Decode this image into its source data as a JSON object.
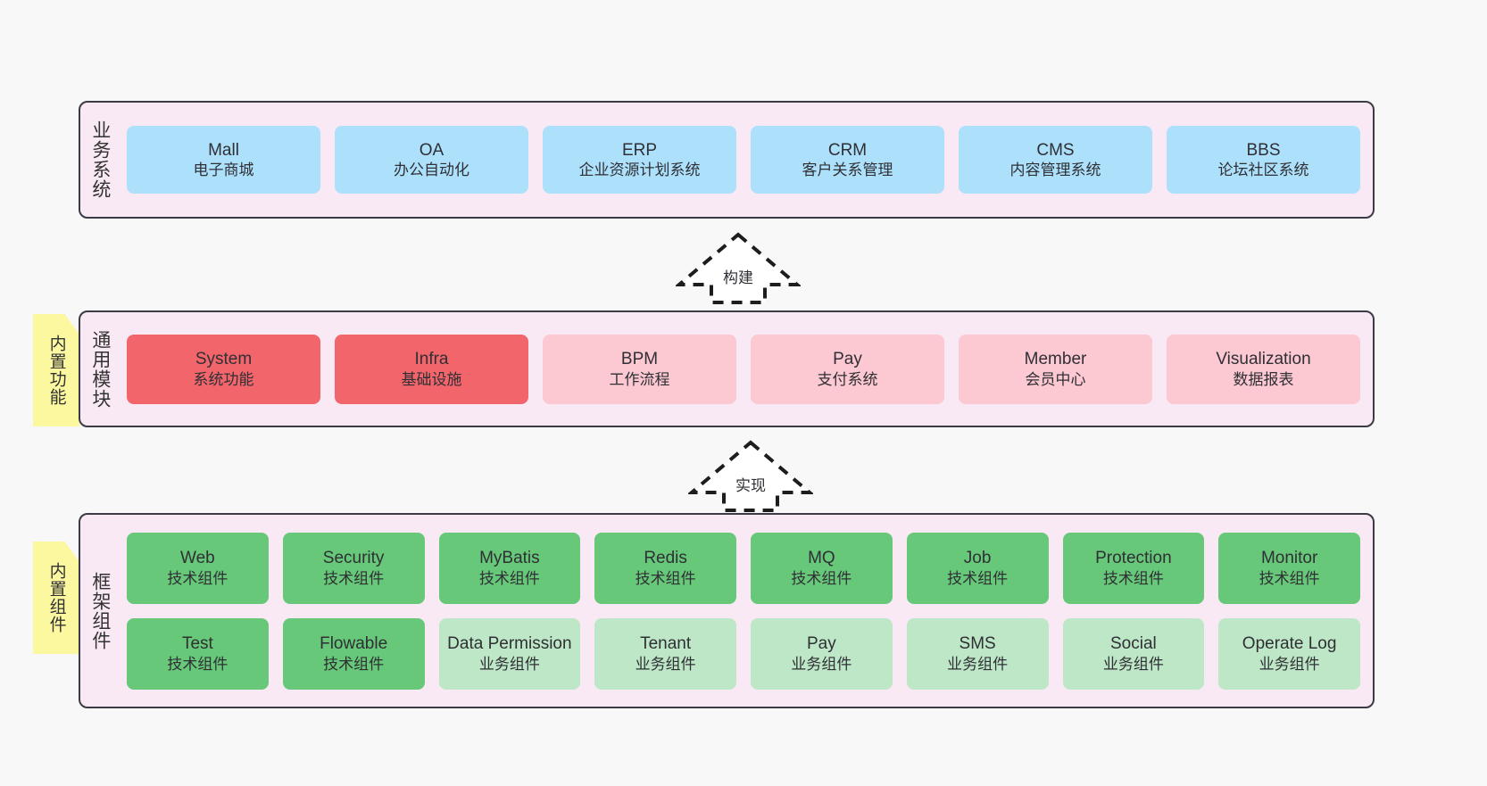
{
  "canvas": {
    "background": "#f8f8f8",
    "border_color": "#3b3b46",
    "layer_background": "#f9e9f4"
  },
  "layers": [
    {
      "id": "business-system",
      "title": "业务系统",
      "box_color": "#ade1fb",
      "rows": [
        [
          {
            "en": "Mall",
            "cn": "电子商城",
            "color": "#ade1fb"
          },
          {
            "en": "OA",
            "cn": "办公自动化",
            "color": "#ade1fb"
          },
          {
            "en": "ERP",
            "cn": "企业资源计划系统",
            "color": "#ade1fb"
          },
          {
            "en": "CRM",
            "cn": "客户关系管理",
            "color": "#ade1fb"
          },
          {
            "en": "CMS",
            "cn": "内容管理系统",
            "color": "#ade1fb"
          },
          {
            "en": "BBS",
            "cn": "论坛社区系统",
            "color": "#ade1fb"
          }
        ]
      ]
    },
    {
      "id": "common-module",
      "title": "通用模块",
      "rows": [
        [
          {
            "en": "System",
            "cn": "系统功能",
            "color": "#f1656b"
          },
          {
            "en": "Infra",
            "cn": "基础设施",
            "color": "#f1656b"
          },
          {
            "en": "BPM",
            "cn": "工作流程",
            "color": "#fcc8d1"
          },
          {
            "en": "Pay",
            "cn": "支付系统",
            "color": "#fcc8d1"
          },
          {
            "en": "Member",
            "cn": "会员中心",
            "color": "#fcc8d1"
          },
          {
            "en": "Visualization",
            "cn": "数据报表",
            "color": "#fcc8d1"
          }
        ]
      ]
    },
    {
      "id": "framework-component",
      "title": "框架组件",
      "rows": [
        [
          {
            "en": "Web",
            "cn": "技术组件",
            "color": "#66c878"
          },
          {
            "en": "Security",
            "cn": "技术组件",
            "color": "#66c878"
          },
          {
            "en": "MyBatis",
            "cn": "技术组件",
            "color": "#66c878"
          },
          {
            "en": "Redis",
            "cn": "技术组件",
            "color": "#66c878"
          },
          {
            "en": "MQ",
            "cn": "技术组件",
            "color": "#66c878"
          },
          {
            "en": "Job",
            "cn": "技术组件",
            "color": "#66c878"
          },
          {
            "en": "Protection",
            "cn": "技术组件",
            "color": "#66c878"
          },
          {
            "en": "Monitor",
            "cn": "技术组件",
            "color": "#66c878"
          }
        ],
        [
          {
            "en": "Test",
            "cn": "技术组件",
            "color": "#66c878"
          },
          {
            "en": "Flowable",
            "cn": "技术组件",
            "color": "#66c878"
          },
          {
            "en": "Data Permission",
            "cn": "业务组件",
            "color": "#bde7c6"
          },
          {
            "en": "Tenant",
            "cn": "业务组件",
            "color": "#bde7c6"
          },
          {
            "en": "Pay",
            "cn": "业务组件",
            "color": "#bde7c6"
          },
          {
            "en": "SMS",
            "cn": "业务组件",
            "color": "#bde7c6"
          },
          {
            "en": "Social",
            "cn": "业务组件",
            "color": "#bde7c6"
          },
          {
            "en": "Operate Log",
            "cn": "业务组件",
            "color": "#bde7c6"
          }
        ]
      ]
    }
  ],
  "sticky_notes": [
    {
      "id": "builtin-function",
      "text": "内置功能",
      "color": "#fcf8a0"
    },
    {
      "id": "builtin-component",
      "text": "内置组件",
      "color": "#fcf8a0"
    }
  ],
  "arrows": [
    {
      "id": "build",
      "label": "构建",
      "style": "dashed-hollow-up"
    },
    {
      "id": "implement",
      "label": "实现",
      "style": "dashed-hollow-up"
    }
  ]
}
